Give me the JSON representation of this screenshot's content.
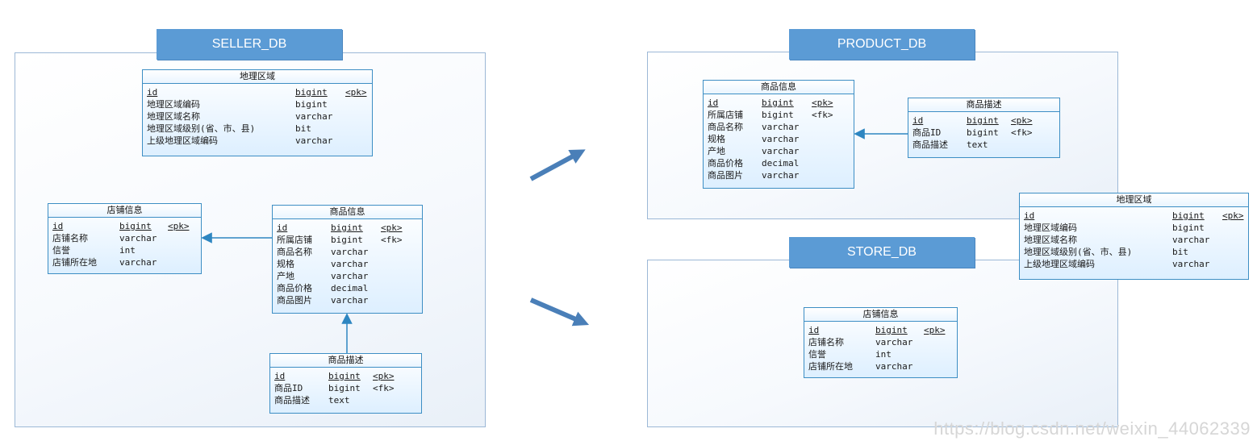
{
  "databases": {
    "seller": "SELLER_DB",
    "product": "PRODUCT_DB",
    "store": "STORE_DB"
  },
  "entities": {
    "seller_region": {
      "title": "地理区域",
      "rows": [
        [
          "id",
          "bigint",
          "<pk>"
        ],
        [
          "地理区域编码",
          "bigint",
          ""
        ],
        [
          "地理区域名称",
          "varchar",
          ""
        ],
        [
          "地理区域级别(省、市、县)",
          "bit",
          ""
        ],
        [
          "上级地理区域编码",
          "varchar",
          ""
        ]
      ]
    },
    "seller_store": {
      "title": "店铺信息",
      "rows": [
        [
          "id",
          "bigint",
          "<pk>"
        ],
        [
          "店铺名称",
          "varchar",
          ""
        ],
        [
          "信誉",
          "int",
          ""
        ],
        [
          "店铺所在地",
          "varchar",
          ""
        ]
      ]
    },
    "seller_product": {
      "title": "商品信息",
      "rows": [
        [
          "id",
          "bigint",
          "<pk>"
        ],
        [
          "所属店铺",
          "bigint",
          "<fk>"
        ],
        [
          "商品名称",
          "varchar",
          ""
        ],
        [
          "规格",
          "varchar",
          ""
        ],
        [
          "产地",
          "varchar",
          ""
        ],
        [
          "商品价格",
          "decimal",
          ""
        ],
        [
          "商品图片",
          "varchar",
          ""
        ]
      ]
    },
    "seller_desc": {
      "title": "商品描述",
      "rows": [
        [
          "id",
          "bigint",
          "<pk>"
        ],
        [
          "商品ID",
          "bigint",
          "<fk>"
        ],
        [
          "商品描述",
          "text",
          ""
        ]
      ]
    },
    "product_product": {
      "title": "商品信息",
      "rows": [
        [
          "id",
          "bigint",
          "<pk>"
        ],
        [
          "所属店铺",
          "bigint",
          "<fk>"
        ],
        [
          "商品名称",
          "varchar",
          ""
        ],
        [
          "规格",
          "varchar",
          ""
        ],
        [
          "产地",
          "varchar",
          ""
        ],
        [
          "商品价格",
          "decimal",
          ""
        ],
        [
          "商品图片",
          "varchar",
          ""
        ]
      ]
    },
    "product_desc": {
      "title": "商品描述",
      "rows": [
        [
          "id",
          "bigint",
          "<pk>"
        ],
        [
          "商品ID",
          "bigint",
          "<fk>"
        ],
        [
          "商品描述",
          "text",
          ""
        ]
      ]
    },
    "shared_region": {
      "title": "地理区域",
      "rows": [
        [
          "id",
          "bigint",
          "<pk>"
        ],
        [
          "地理区域编码",
          "bigint",
          ""
        ],
        [
          "地理区域名称",
          "varchar",
          ""
        ],
        [
          "地理区域级别(省、市、县)",
          "bit",
          ""
        ],
        [
          "上级地理区域编码",
          "varchar",
          ""
        ]
      ]
    },
    "store_store": {
      "title": "店铺信息",
      "rows": [
        [
          "id",
          "bigint",
          "<pk>"
        ],
        [
          "店铺名称",
          "varchar",
          ""
        ],
        [
          "信誉",
          "int",
          ""
        ],
        [
          "店铺所在地",
          "varchar",
          ""
        ]
      ]
    }
  },
  "watermark": "https://blog.csdn.net/weixin_44062339",
  "colors": {
    "label_bg": "#5b9bd5",
    "entity_border": "#3d8ec4",
    "arrow": "#4a7fb8"
  }
}
